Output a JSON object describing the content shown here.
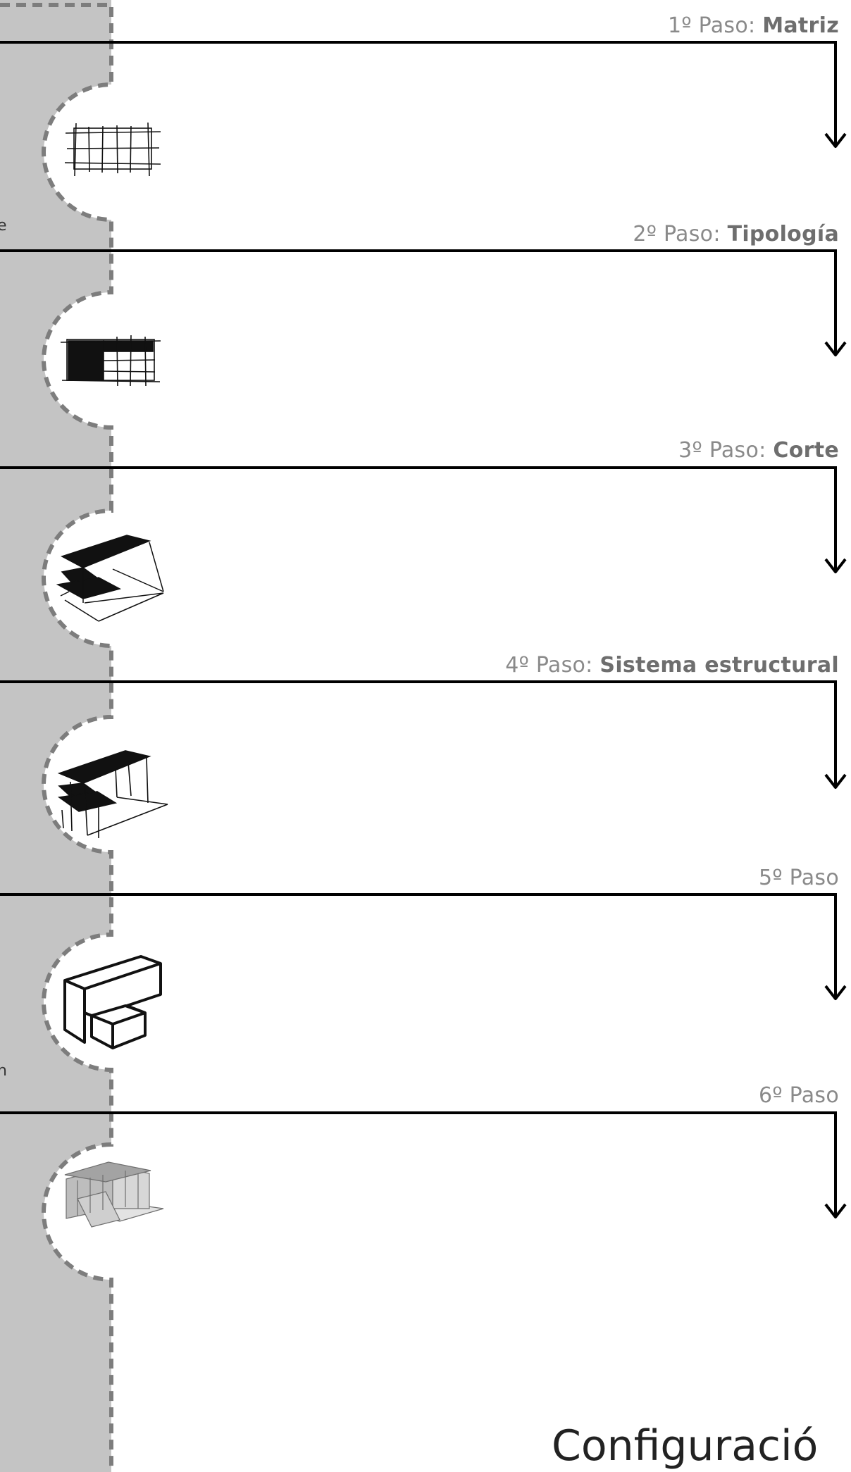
{
  "steps": [
    {
      "prefix": "1º Paso: ",
      "name": "Matriz",
      "icon": "grid-matrix-icon"
    },
    {
      "prefix": "2º Paso: ",
      "name": "Tipología",
      "icon": "typology-plan-icon"
    },
    {
      "prefix": "3º Paso: ",
      "name": "Corte",
      "icon": "cut-slab-icon"
    },
    {
      "prefix": "4º Paso: ",
      "name": "Sistema estructural",
      "icon": "structural-system-icon"
    },
    {
      "prefix": "5º Paso",
      "name": "",
      "icon": "volume-icon"
    },
    {
      "prefix": "6º Paso",
      "name": "",
      "icon": "render-model-icon"
    }
  ],
  "cut_letters": [
    "e",
    "n"
  ],
  "footer": {
    "title": "Configuració"
  },
  "colors": {
    "panel": "#c4c4c4",
    "panel_dash": "#7d7d7d",
    "line": "#000000",
    "label": "#8a8a8a"
  }
}
